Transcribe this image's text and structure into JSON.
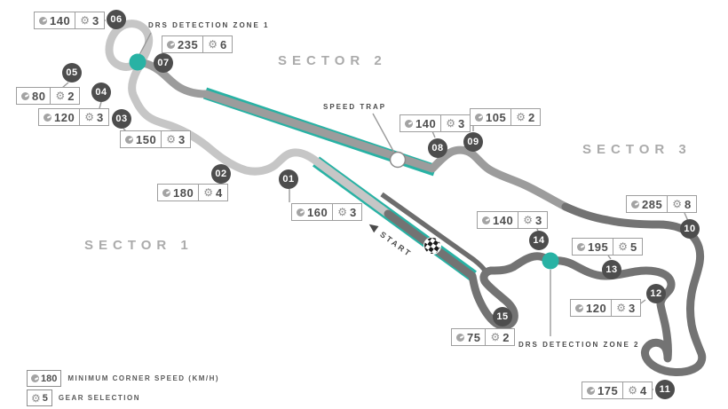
{
  "colors": {
    "sector1_track": "#c6c6c6",
    "sector2_track": "#9c9c9c",
    "sector3_track": "#737373",
    "pit_lane": "#6d6d6d",
    "drs_teal": "#28b2a4",
    "corner_marker": "#4d4d4d",
    "leader_line": "#9a9a9a"
  },
  "icons": {
    "gear": "⚙"
  },
  "sectors": [
    {
      "label": "SECTOR 1"
    },
    {
      "label": "SECTOR 2"
    },
    {
      "label": "SECTOR 3"
    }
  ],
  "annotations": {
    "drs_zone_1": "DRS DETECTION ZONE 1",
    "drs_zone_2": "DRS DETECTION ZONE 2",
    "speed_trap": "SPEED TRAP",
    "start": "START"
  },
  "corners": [
    {
      "number": "01",
      "speed": "160",
      "gear": "3"
    },
    {
      "number": "02",
      "speed": "180",
      "gear": "4"
    },
    {
      "number": "03",
      "speed": "150",
      "gear": "3"
    },
    {
      "number": "04",
      "speed": "120",
      "gear": "3"
    },
    {
      "number": "05",
      "speed": "80",
      "gear": "2"
    },
    {
      "number": "06",
      "speed": "140",
      "gear": "3"
    },
    {
      "number": "07",
      "speed": "235",
      "gear": "6"
    },
    {
      "number": "08",
      "speed": "140",
      "gear": "3"
    },
    {
      "number": "09",
      "speed": "105",
      "gear": "2"
    },
    {
      "number": "10",
      "speed": "285",
      "gear": "8"
    },
    {
      "number": "11",
      "speed": "175",
      "gear": "4"
    },
    {
      "number": "12",
      "speed": "120",
      "gear": "3"
    },
    {
      "number": "13",
      "speed": "195",
      "gear": "5"
    },
    {
      "number": "14",
      "speed": "140",
      "gear": "3"
    },
    {
      "number": "15",
      "speed": "75",
      "gear": "2"
    }
  ],
  "legend": {
    "speed_value": "180",
    "speed_label": "MINIMUM CORNER SPEED (KM/H)",
    "gear_value": "5",
    "gear_label": "GEAR SELECTION"
  }
}
